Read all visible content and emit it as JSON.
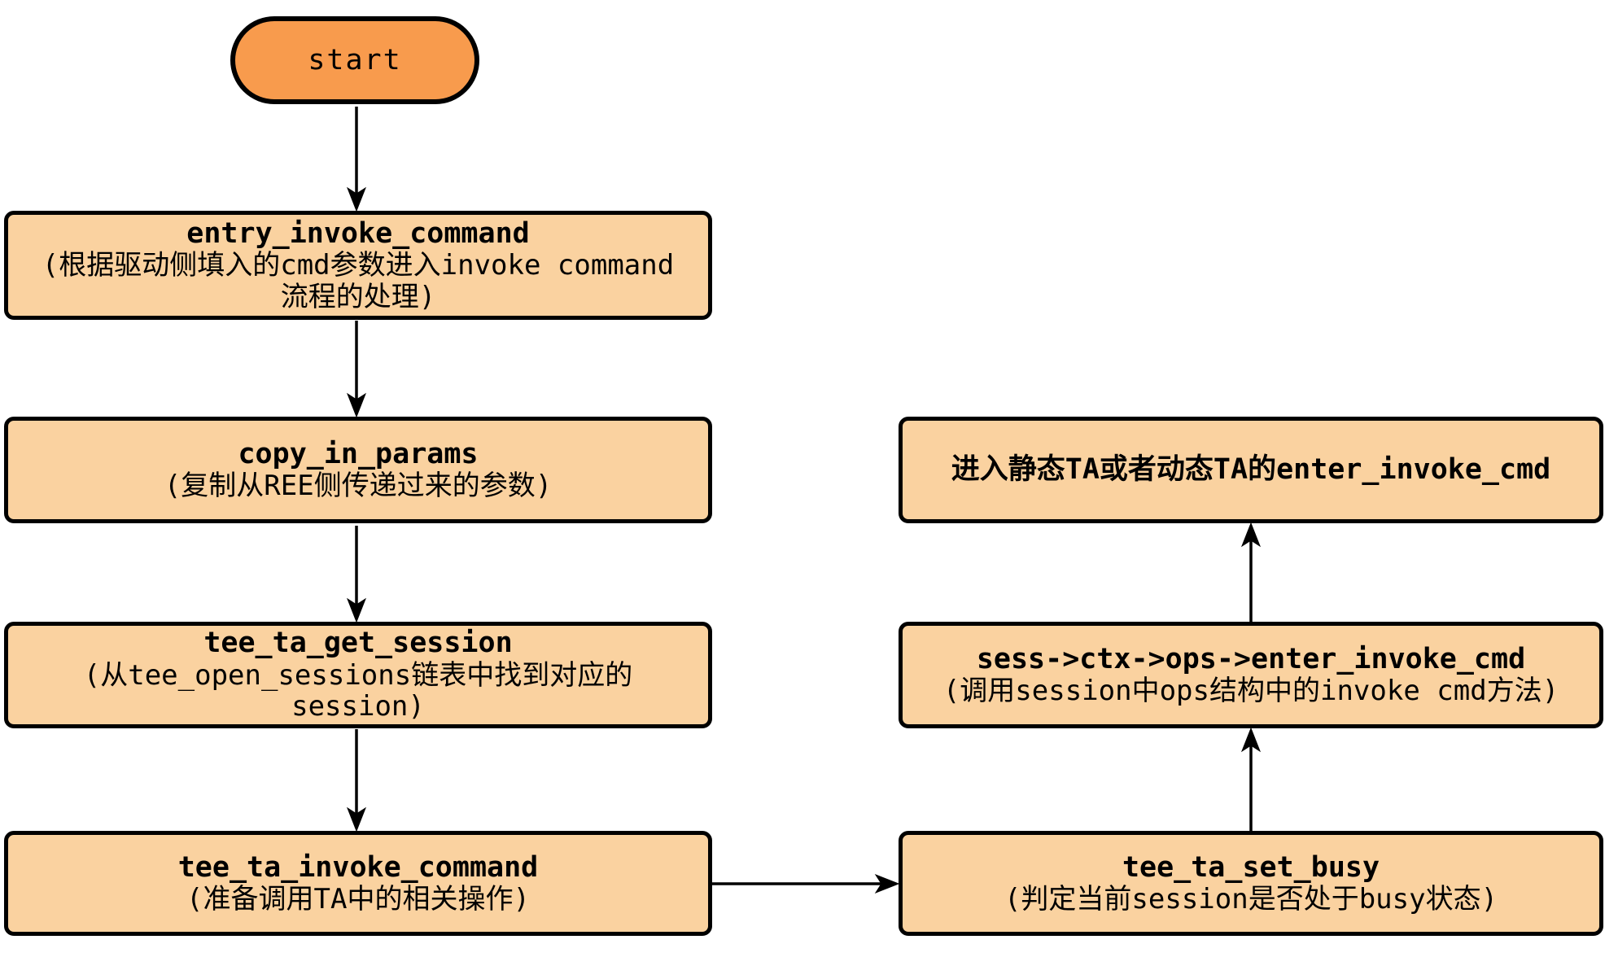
{
  "diagram": {
    "type": "flowchart",
    "colors": {
      "terminator_fill": "#F89B4D",
      "process_fill": "#FAD2A0",
      "border": "#000000",
      "text": "#000000",
      "arrow": "#000000"
    },
    "nodes": {
      "start": {
        "shape": "terminator",
        "label": "start"
      },
      "entry_invoke_command": {
        "shape": "process",
        "title": "entry_invoke_command",
        "desc": "(根据驱动侧填入的cmd参数进入invoke command\n流程的处理)"
      },
      "copy_in_params": {
        "shape": "process",
        "title": "copy_in_params",
        "desc": "(复制从REE侧传递过来的参数)"
      },
      "tee_ta_get_session": {
        "shape": "process",
        "title": "tee_ta_get_session",
        "desc": "(从tee_open_sessions链表中找到对应的\nsession)"
      },
      "tee_ta_invoke_command": {
        "shape": "process",
        "title": "tee_ta_invoke_command",
        "desc": "(准备调用TA中的相关操作)"
      },
      "enter_invoke_cmd_target": {
        "shape": "process",
        "title": "进入静态TA或者动态TA的enter_invoke_cmd",
        "desc": ""
      },
      "sess_ops_enter_invoke_cmd": {
        "shape": "process",
        "title": "sess->ctx->ops->enter_invoke_cmd",
        "desc": "(调用session中ops结构中的invoke cmd方法)"
      },
      "tee_ta_set_busy": {
        "shape": "process",
        "title": "tee_ta_set_busy",
        "desc": "(判定当前session是否处于busy状态)"
      }
    },
    "edges": [
      {
        "from": "start",
        "to": "entry_invoke_command",
        "direction": "down"
      },
      {
        "from": "entry_invoke_command",
        "to": "copy_in_params",
        "direction": "down"
      },
      {
        "from": "copy_in_params",
        "to": "tee_ta_get_session",
        "direction": "down"
      },
      {
        "from": "tee_ta_get_session",
        "to": "tee_ta_invoke_command",
        "direction": "down"
      },
      {
        "from": "tee_ta_invoke_command",
        "to": "tee_ta_set_busy",
        "direction": "right"
      },
      {
        "from": "tee_ta_set_busy",
        "to": "sess_ops_enter_invoke_cmd",
        "direction": "up"
      },
      {
        "from": "sess_ops_enter_invoke_cmd",
        "to": "enter_invoke_cmd_target",
        "direction": "up"
      }
    ]
  }
}
